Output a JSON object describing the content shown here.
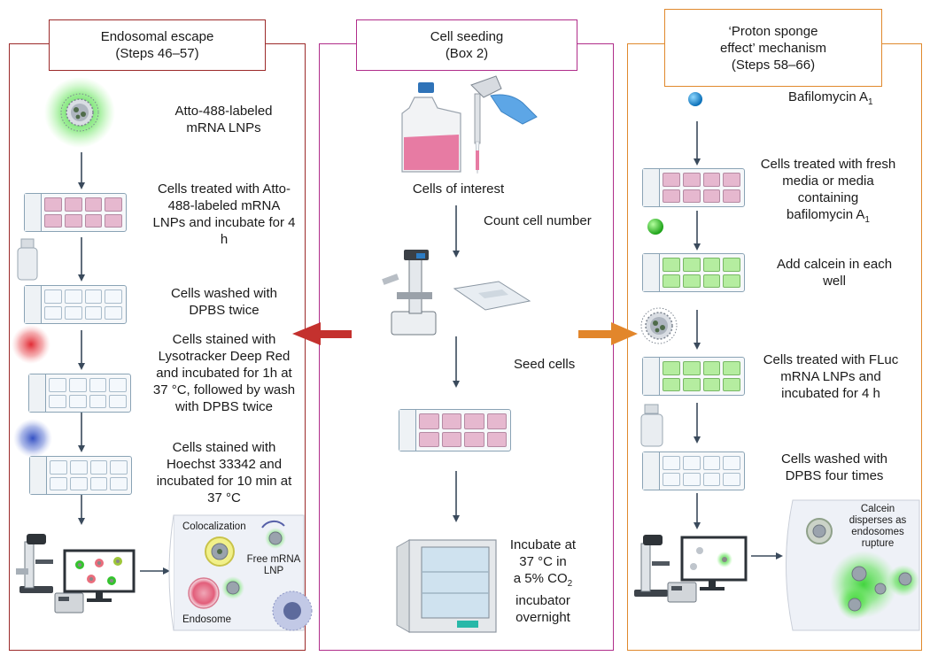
{
  "colors": {
    "left_border": "#9c2a2a",
    "center_border": "#b02d8a",
    "right_border": "#e0892d",
    "left_arrow": "#c4312e",
    "right_arrow": "#e2862b",
    "step_arrow": "#3a4a5c",
    "pink_well": "#e6b8cf",
    "green_well": "#b5eda0"
  },
  "left": {
    "title_line1": "Endosomal escape",
    "title_line2": "(Steps 46–57)",
    "step1": "Atto-488-labeled mRNA LNPs",
    "step2": "Cells treated with Atto-488-labeled mRNA LNPs and incubate for 4 h",
    "step3": "Cells washed with DPBS twice",
    "step4": "Cells stained with Lysotracker Deep Red and incubated for 1h at 37 °C, followed by wash with DPBS twice",
    "step5": "Cells stained with Hoechst 33342 and incubated for 10 min at 37 °C",
    "inset_colocalization": "Colocalization",
    "inset_free": "Free mRNA LNP",
    "inset_endosome": "Endosome"
  },
  "center": {
    "title_line1": "Cell seeding",
    "title_line2": "(Box 2)",
    "cells_of_interest": "Cells of interest",
    "count": "Count cell number",
    "seed": "Seed cells",
    "incubate_line1": "Incubate at",
    "incubate_line2": "37 °C in",
    "incubate_line3_pre": "a 5% CO",
    "incubate_line3_sub": "2",
    "incubate_line4": "incubator",
    "incubate_line5": "overnight"
  },
  "right": {
    "title_line1": "‘Proton sponge",
    "title_line2": "effect’ mechanism",
    "title_line3": "(Steps 58–66)",
    "bafilomycin": "Bafilomycin A",
    "bafilomycin_sub": "1",
    "step1": "Cells treated with fresh media or media containing",
    "step1_tail": "bafilomycin A",
    "step1_sub": "1",
    "step2": "Add calcein in each well",
    "step3": "Cells treated with FLuc mRNA LNPs and incubated for 4 h",
    "step4": "Cells washed with DPBS four times",
    "inset_text": "Calcein disperses as endosomes rupture"
  }
}
